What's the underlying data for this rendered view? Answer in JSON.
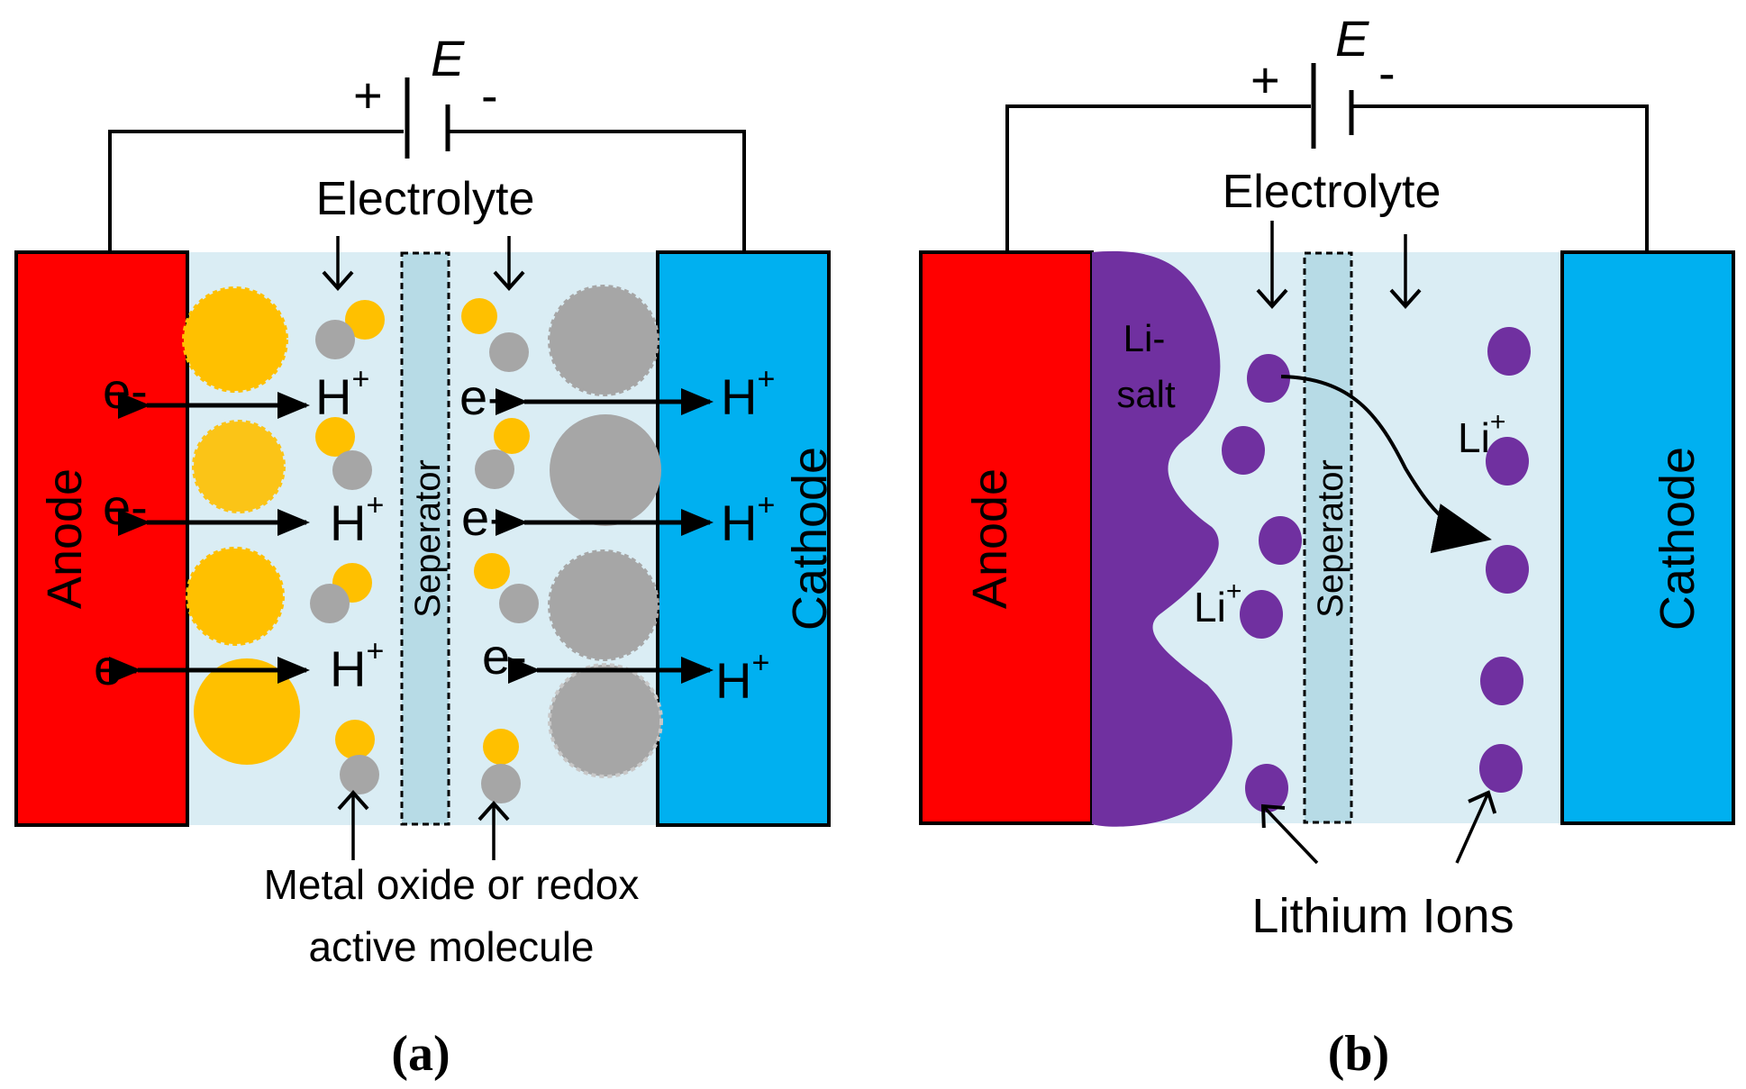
{
  "panel_a": {
    "battery": {
      "plus": "+",
      "minus": "-",
      "emf": "E"
    },
    "electrolyte_label": "Electrolyte",
    "anode_label": "Anode",
    "cathode_label": "Cathode",
    "separator_label": "Seperator",
    "electron_label": "e-",
    "proton_base": "H",
    "proton_sup": "+",
    "bottom_label_line1": "Metal oxide or redox",
    "bottom_label_line2": "active molecule",
    "caption": "(a)"
  },
  "panel_b": {
    "battery": {
      "plus": "+",
      "minus": "-",
      "emf": "E"
    },
    "electrolyte_label": "Electrolyte",
    "anode_label": "Anode",
    "cathode_label": "Cathode",
    "separator_label": "Seperator",
    "salt_line1": "Li-",
    "salt_line2": "salt",
    "ion_base": "Li",
    "ion_sup": "+",
    "bottom_label": "Lithium Ions",
    "caption": "(b)"
  },
  "colors": {
    "anode": "#ff0000",
    "cathode": "#00b0f0",
    "electrolyte": "#daedf4",
    "separator": "#b7dbe6",
    "redox_yellow": "#ffc000",
    "redox_gray": "#a6a6a6",
    "lithium_purple": "#7030a0"
  }
}
